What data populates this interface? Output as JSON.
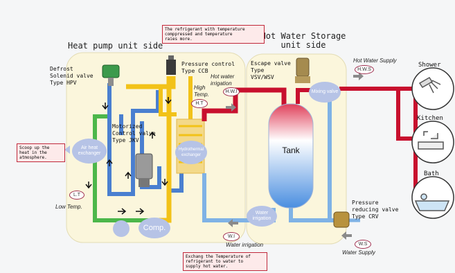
{
  "titles": {
    "heat_pump": "Heat pump unit side",
    "hot_water": "Hot Water Storage\nunit side"
  },
  "notes": {
    "top": "The refrigerant with temperature\ncomppressed and temperature\nraies more.",
    "left": "Scoop up the\nheat in the\natmosphere.",
    "bottom": "Exchang the Temperature of\nrefrigerant to water to\nsupply hot water."
  },
  "components": {
    "defrost": "Defrost\nSolenid valve\nType HPV",
    "pressure_control": "Pressure control\nType CCB",
    "motorized": "Motorized\nControl valve\nType JKV",
    "escape_valve": "Escape valve\nType\nVSV/WSV",
    "pressure_reducing": "Pressure\nreducing valve\nType CRV"
  },
  "bubbles": {
    "air_heat": "Air heat\nexchanger",
    "hydrothermal": "Hydrothermal\nexchanger",
    "water_irrigation": "Water\nirrigation",
    "mixing_valve": "Mixing\nvalve",
    "comp": "Comp.",
    "tank": "Tank"
  },
  "badges": {
    "hwi": "H.W.I",
    "ht": "H.T",
    "lt": "L.T",
    "wi": "W.I",
    "ws": "W.S",
    "hws": "H.W.S"
  },
  "italic_labels": {
    "hot_water_irrigation": "Hot water\nirrigation",
    "high_temp": "High\nTemp.",
    "low_temp": "Low Temp.",
    "water_irrigation": "Water irrigation",
    "water_supply": "Water Supply",
    "hot_water_supply": "Hot Water Supply"
  },
  "outlets": {
    "shower": "Shower",
    "kitchen": "Kitchen",
    "bath": "Bath"
  },
  "colors": {
    "hot_pipe": "#c8102e",
    "refrigerant_hot": "#f2c218",
    "refrigerant_cool": "#4a7fd0",
    "green_pipe": "#4cb74a",
    "water_pipe": "#7fb2e5",
    "panel": "#fbf6dc"
  }
}
